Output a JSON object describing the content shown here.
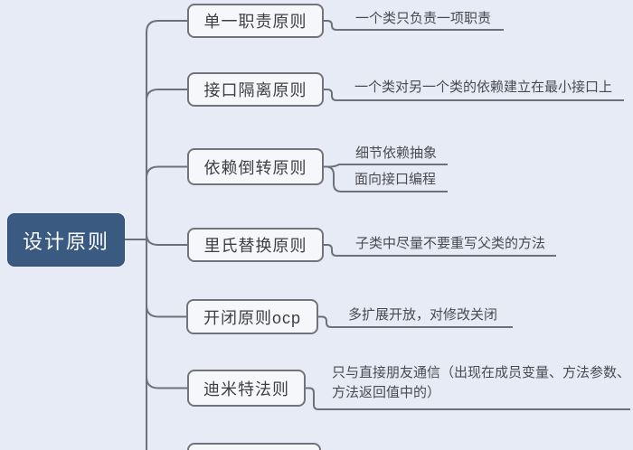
{
  "diagram": {
    "type": "mindmap",
    "root": {
      "label": "设计原则"
    },
    "principles": [
      {
        "label": "单一职责原则",
        "notes": [
          "一个类只负责一项职责"
        ]
      },
      {
        "label": "接口隔离原则",
        "notes": [
          "一个类对另一个类的依赖建立在最小接口上"
        ]
      },
      {
        "label": "依赖倒转原则",
        "notes": [
          "细节依赖抽象",
          "面向接口编程"
        ]
      },
      {
        "label": "里氏替换原则",
        "notes": [
          "子类中尽量不要重写父类的方法"
        ]
      },
      {
        "label": "开闭原则ocp",
        "notes": [
          "多扩展开放，对修改关闭"
        ]
      },
      {
        "label": "迪米特法则",
        "notes": [
          "只与直接朋友通信（出现在成员变量、方法参数、方法返回值中的）"
        ]
      }
    ]
  },
  "palette": {
    "background": "#e7ebf6",
    "node_fill": "#f6f7fa",
    "node_border": "#73737b",
    "node_text": "#3f3f42",
    "note_text": "#4a4a4e",
    "line": "#70707a",
    "root_fill": "#3a5a82",
    "root_border": "#2f4d71",
    "root_text": "#ffffff"
  }
}
